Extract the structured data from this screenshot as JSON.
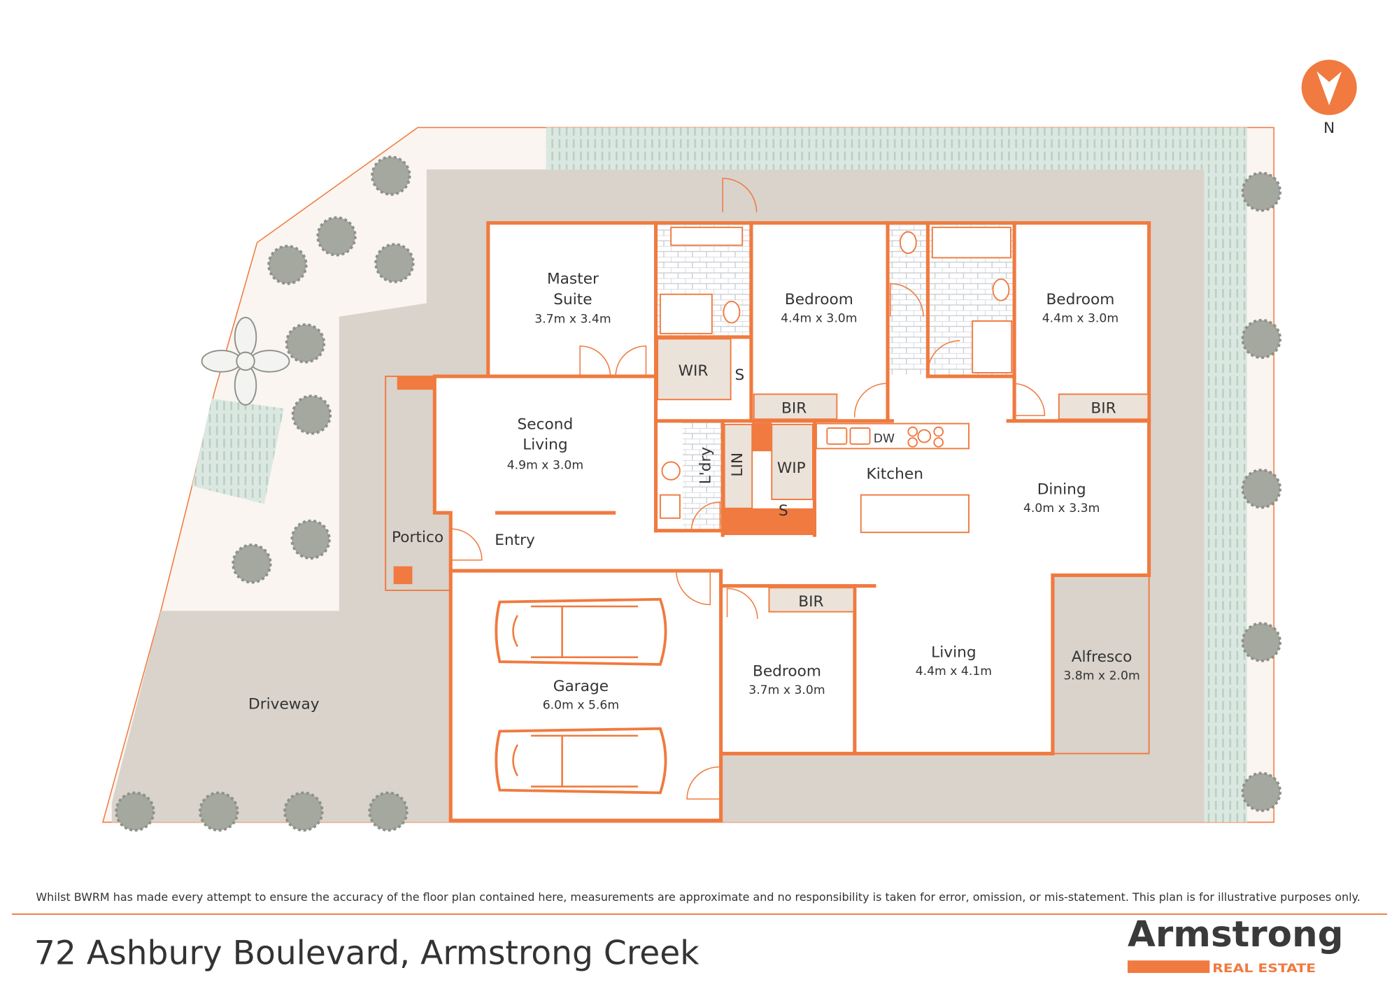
{
  "north_label": "N",
  "rooms": {
    "master": {
      "name1": "Master",
      "name2": "Suite",
      "dims": "3.7m x 3.4m"
    },
    "bedroom1": {
      "name": "Bedroom",
      "dims": "4.4m x 3.0m"
    },
    "bedroom2": {
      "name": "Bedroom",
      "dims": "4.4m x 3.0m"
    },
    "second_living": {
      "name1": "Second",
      "name2": "Living",
      "dims": "4.9m x 3.0m"
    },
    "dining": {
      "name": "Dining",
      "dims": "4.0m x 3.3m"
    },
    "kitchen": {
      "name": "Kitchen"
    },
    "living": {
      "name": "Living",
      "dims": "4.4m x 4.1m"
    },
    "alfresco": {
      "name": "Alfresco",
      "dims": "3.8m x 2.0m"
    },
    "bedroom3": {
      "name": "Bedroom",
      "dims": "3.7m x 3.0m"
    },
    "garage": {
      "name": "Garage",
      "dims": "6.0m x 5.6m"
    },
    "portico": {
      "name": "Portico"
    },
    "entry": {
      "name": "Entry"
    },
    "driveway": {
      "name": "Driveway"
    },
    "wir": "WIR",
    "wip": "WIP",
    "lin": "LIN",
    "laundry": "L'dry",
    "shelf1": "S",
    "shelf2": "S",
    "bir1": "BIR",
    "bir2": "BIR",
    "bir3": "BIR",
    "dw": "DW"
  },
  "footer": {
    "disclaimer": "Whilst BWRM  has made every attempt to ensure the accuracy of the floor plan contained here, measurements are approximate and no responsibility is taken for error, omission, or mis-statement. This plan is for illustrative purposes only.",
    "address": "72 Ashbury Boulevard, Armstrong Creek",
    "logo_main": "Armstrong",
    "logo_sub": "REAL ESTATE"
  },
  "colors": {
    "accent": "#f07a3f",
    "concrete": "#d9d3cb",
    "grass": "#d6e5de",
    "storage": "#ebe2d9",
    "text": "#333333"
  }
}
